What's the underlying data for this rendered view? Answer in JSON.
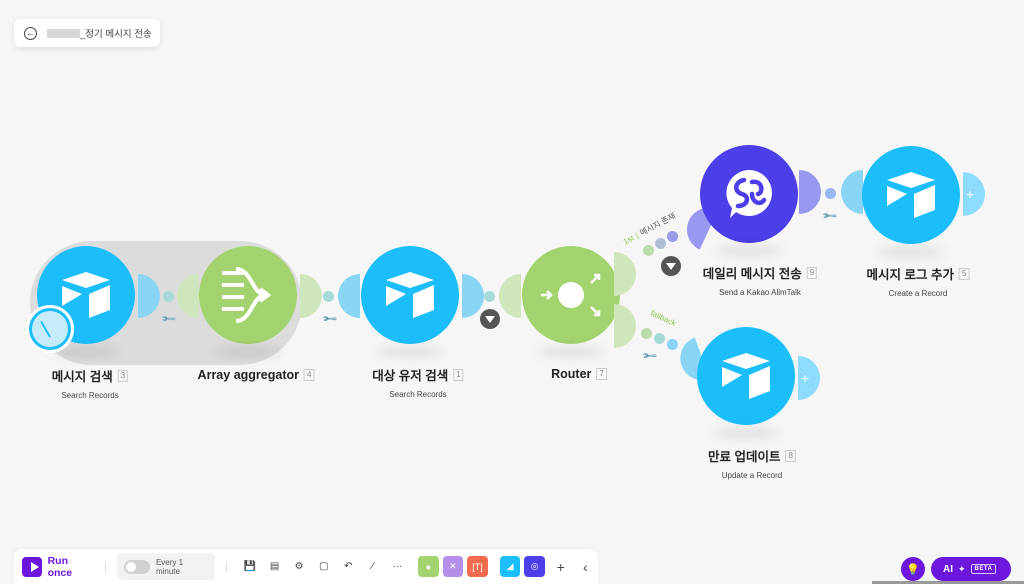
{
  "header": {
    "title": "_정기 메시지 전송",
    "back_icon": "arrow-left-circle-icon"
  },
  "modules": [
    {
      "id": "3",
      "name": "메시지 검색",
      "subtitle": "Search Records",
      "app": "Airtable",
      "color": "#1bbefb",
      "badge": "clock-schedule-icon"
    },
    {
      "id": "4",
      "name": "Array aggregator",
      "subtitle": "",
      "app": "Flow Control",
      "color": "#a3d36e"
    },
    {
      "id": "1",
      "name": "대상 유저 검색",
      "subtitle": "Search Records",
      "app": "Airtable",
      "color": "#1bbefb"
    },
    {
      "id": "7",
      "name": "Router",
      "subtitle": "",
      "app": "Flow Control",
      "color": "#a3d36e"
    },
    {
      "id": "9",
      "name": "데일리 메시지 전송",
      "subtitle": "Send a Kakao AlimTalk",
      "app": "Kakao AlimTalk",
      "color": "#4c3ee8"
    },
    {
      "id": "5",
      "name": "메시지 로그 추가",
      "subtitle": "Create a Record",
      "app": "Airtable",
      "color": "#1bbefb"
    },
    {
      "id": "8",
      "name": "만료 업데이트",
      "subtitle": "Update a Record",
      "app": "Airtable",
      "color": "#1bbefb"
    }
  ],
  "routes": [
    {
      "order": "1st",
      "label": "메시지 존재",
      "has_filter": true
    },
    {
      "order": "",
      "label": "fallback",
      "has_filter": false
    }
  ],
  "toolbar": {
    "run_label": "Run once",
    "schedule_label": "Every 1 minute",
    "schedule_enabled": false,
    "icons": [
      "save-icon",
      "auto-align-icon",
      "settings-icon",
      "notes-icon",
      "undo-icon",
      "magic-wand-icon",
      "more-icon"
    ],
    "tiles": [
      {
        "name": "tools",
        "color": "#a3d36e"
      },
      {
        "name": "flow-control",
        "color": "#b48ee8"
      },
      {
        "name": "text-parser",
        "color": "#f26b4f"
      },
      {
        "name": "airtable",
        "color": "#1bbefb"
      },
      {
        "name": "kakao",
        "color": "#4c3ee8"
      }
    ],
    "add_label": "+",
    "collapse_label": "‹"
  },
  "assistant": {
    "ai_label": "AI",
    "beta_label": "BETA"
  }
}
